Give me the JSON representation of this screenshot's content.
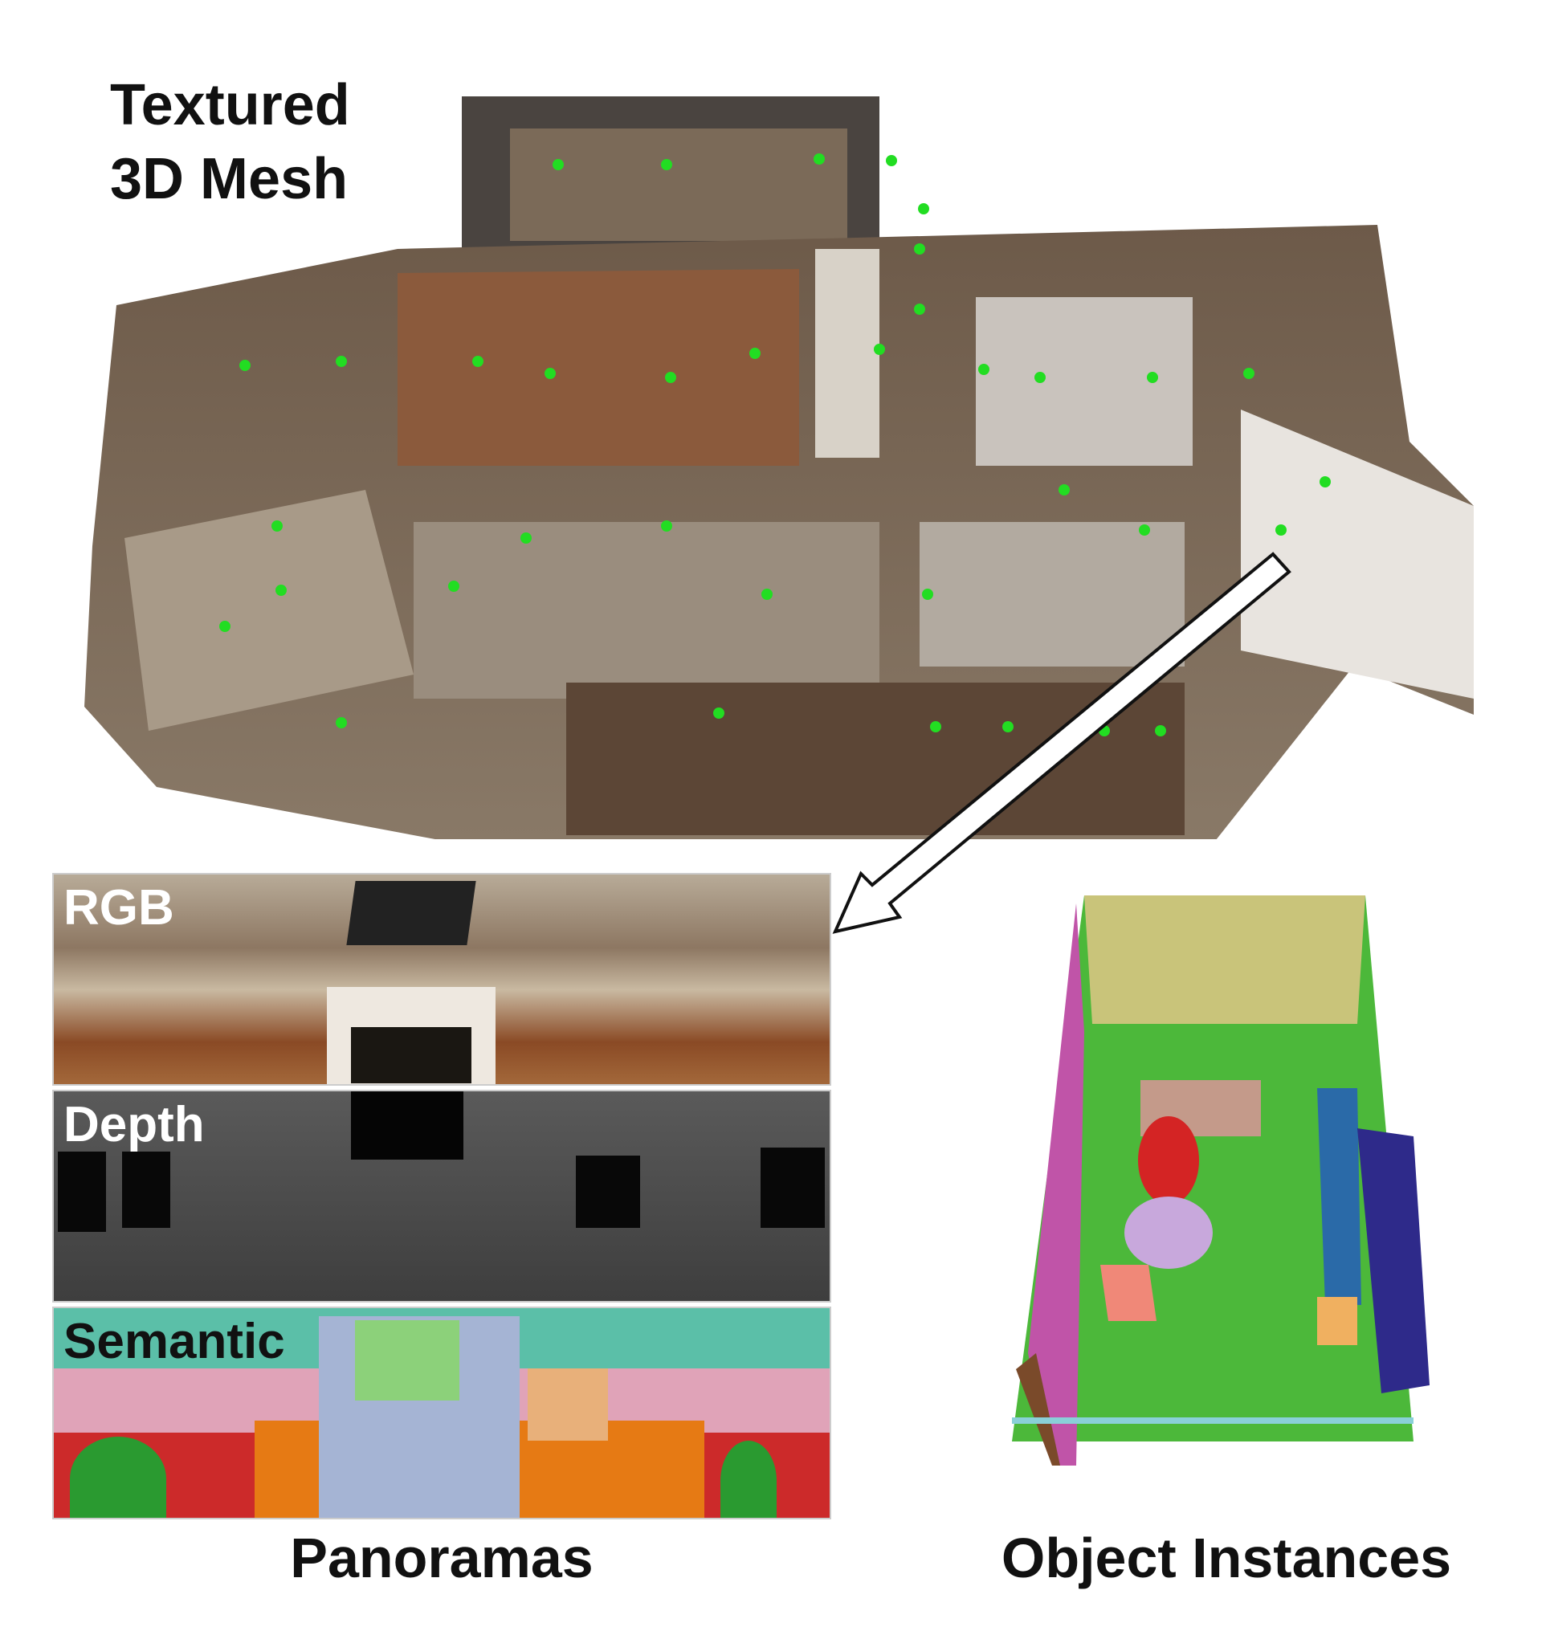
{
  "mesh": {
    "title_line1": "Textured",
    "title_line2": "3D Mesh"
  },
  "panoramas": {
    "rgb_label": "RGB",
    "depth_label": "Depth",
    "semantic_label": "Semantic",
    "caption": "Panoramas"
  },
  "objects": {
    "caption": "Object Instances"
  },
  "colors": {
    "viewpoint": "#22dd22",
    "floor": "#4cb83a",
    "semantic_wall": "#5bbfa8"
  }
}
